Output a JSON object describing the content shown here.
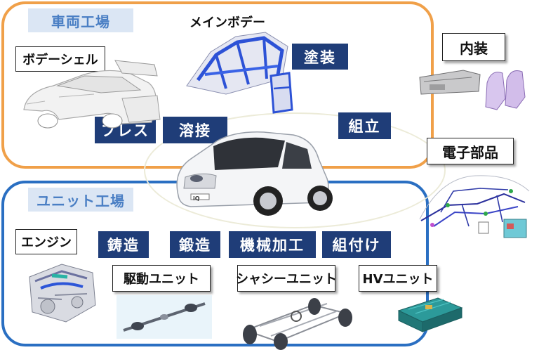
{
  "vehicle_plant": {
    "title": "車両工場",
    "processes": [
      "プレス",
      "溶接",
      "塗装",
      "組立"
    ],
    "labels": {
      "body_shell": "ボデーシェル",
      "main_body": "メインボデー"
    }
  },
  "unit_plant": {
    "title": "ユニット工場",
    "processes": [
      "鋳造",
      "鍛造",
      "機械加工",
      "組付け"
    ],
    "labels": {
      "engine": "エンジン",
      "drive_unit": "駆動ユニット",
      "chassis_unit": "シャシーユニット",
      "hv_unit": "HVユニット"
    }
  },
  "side_labels": {
    "interior": "内装",
    "electronics": "電子部品"
  },
  "car_badge": "iQ",
  "colors": {
    "vehicle_border": "#f0a049",
    "unit_border": "#2a6fc2",
    "process_fill": "#1f3d78",
    "title_fill": "#dbe6f4",
    "title_text": "#4a7fc4"
  }
}
